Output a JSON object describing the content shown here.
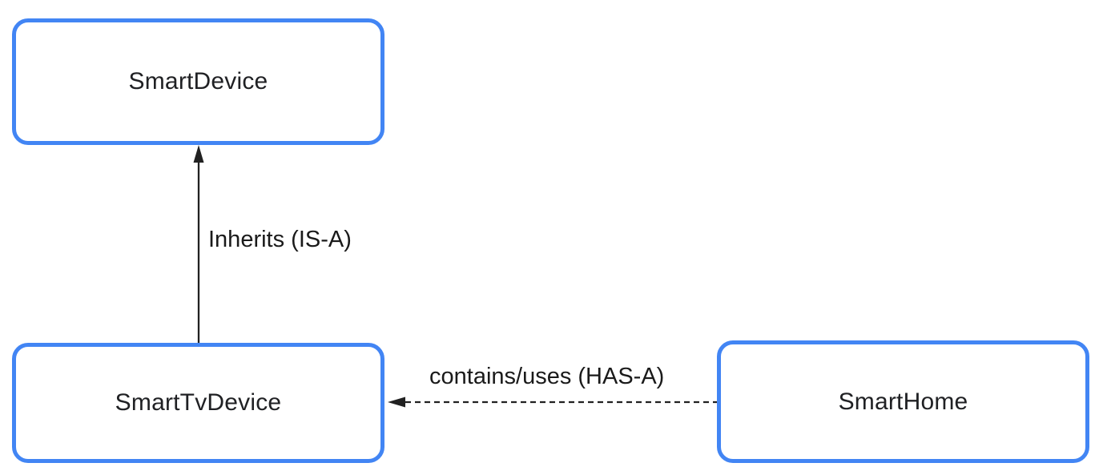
{
  "diagram": {
    "type": "class-relationship",
    "nodes": [
      {
        "id": "smart-device",
        "label": "SmartDevice"
      },
      {
        "id": "smart-tv-device",
        "label": "SmartTvDevice"
      },
      {
        "id": "smart-home",
        "label": "SmartHome"
      }
    ],
    "edges": [
      {
        "from": "smart-tv-device",
        "to": "smart-device",
        "label": "Inherits (IS-A)",
        "line_style": "solid",
        "direction": "up"
      },
      {
        "from": "smart-home",
        "to": "smart-tv-device",
        "label": "contains/uses (HAS-A)",
        "line_style": "dashed",
        "direction": "left"
      }
    ],
    "colors": {
      "node_border": "#4285f4",
      "node_fill": "#ffffff",
      "label_text": "#202124",
      "edge_label_text": "#1a1a1a",
      "edge_line": "#212121",
      "background": "#ffffff"
    }
  }
}
